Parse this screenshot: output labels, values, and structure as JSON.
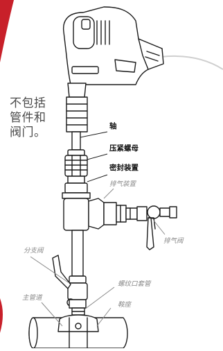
{
  "note": {
    "lines": [
      "不包括",
      "管件和",
      "阀门。"
    ]
  },
  "labels": {
    "shaft": "轴",
    "compression_nut": "压紧螺母",
    "seal_assembly": "密封装置",
    "exhaust_device": "排气装置",
    "exhaust_valve": "排气阀",
    "branch_valve": "分支阀",
    "main_pipe": "主管道",
    "threaded_sleeve": "螺纹口套管",
    "saddle": "鞍座"
  },
  "colors": {
    "line": "#1a1a1a",
    "callout_dark": "#111111",
    "callout_gray": "#8a8a8a",
    "accent_red": "#c8202a",
    "cable": "#cfcfcf"
  }
}
